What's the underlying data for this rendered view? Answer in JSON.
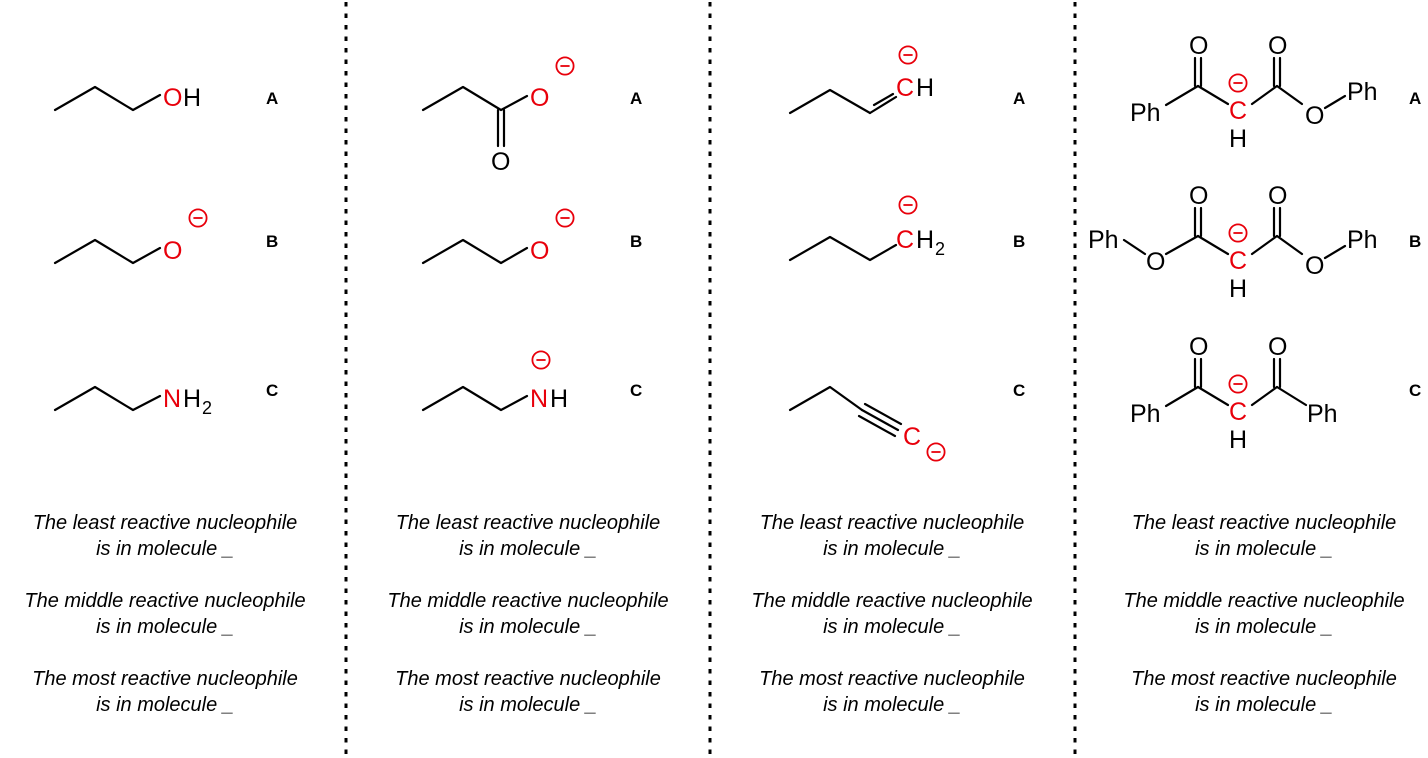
{
  "columns": [
    {
      "molecules": [
        {
          "label": "A",
          "atoms": {
            "heteroatom": "O",
            "tail": "H"
          }
        },
        {
          "label": "B",
          "atoms": {
            "heteroatom": "O"
          }
        },
        {
          "label": "C",
          "atoms": {
            "heteroatom": "N",
            "tail": "H",
            "tail_sub": "2"
          }
        }
      ],
      "questions": [
        {
          "line1": "The least reactive nucleophile",
          "line2": "is in molecule _"
        },
        {
          "line1": "The middle reactive nucleophile",
          "line2": "is in molecule _"
        },
        {
          "line1": "The most reactive nucleophile",
          "line2": "is in molecule _"
        }
      ]
    },
    {
      "molecules": [
        {
          "label": "A",
          "atoms": {
            "heteroatom": "O",
            "carbonyl_o": "O"
          }
        },
        {
          "label": "B",
          "atoms": {
            "heteroatom": "O"
          }
        },
        {
          "label": "C",
          "atoms": {
            "heteroatom": "N",
            "tail": "H"
          }
        }
      ],
      "questions": [
        {
          "line1": "The least reactive nucleophile",
          "line2": "is in molecule _"
        },
        {
          "line1": "The middle reactive nucleophile",
          "line2": "is in molecule _"
        },
        {
          "line1": "The most reactive nucleophile",
          "line2": "is in molecule _"
        }
      ]
    },
    {
      "molecules": [
        {
          "label": "A",
          "atoms": {
            "carbanion": "C",
            "tail": "H"
          }
        },
        {
          "label": "B",
          "atoms": {
            "carbanion": "C",
            "tail": "H",
            "tail_sub": "2"
          }
        },
        {
          "label": "C",
          "atoms": {
            "carbanion": "C"
          }
        }
      ],
      "questions": [
        {
          "line1": "The least reactive nucleophile",
          "line2": "is in molecule _"
        },
        {
          "line1": "The middle reactive nucleophile",
          "line2": "is in molecule _"
        },
        {
          "line1": "The most reactive nucleophile",
          "line2": "is in molecule _"
        }
      ]
    },
    {
      "molecules": [
        {
          "label": "A",
          "atoms": {
            "o_left": "O",
            "o_right": "O",
            "carbanion": "C",
            "h": "H",
            "left_group": "Ph",
            "ester_o": "O",
            "right_group": "Ph"
          }
        },
        {
          "label": "B",
          "atoms": {
            "o_left": "O",
            "o_right": "O",
            "carbanion": "C",
            "h": "H",
            "left_group": "Ph",
            "ester_o_left": "O",
            "ester_o": "O",
            "right_group": "Ph"
          }
        },
        {
          "label": "C",
          "atoms": {
            "o_left": "O",
            "o_right": "O",
            "carbanion": "C",
            "h": "H",
            "left_group": "Ph",
            "right_group": "Ph"
          }
        }
      ],
      "questions": [
        {
          "line1": "The least reactive nucleophile",
          "line2": "is in molecule _"
        },
        {
          "line1": "The middle reactive nucleophile",
          "line2": "is in molecule _"
        },
        {
          "line1": "The most reactive nucleophile",
          "line2": "is in molecule _"
        }
      ]
    }
  ],
  "colors": {
    "charge": "#e8000b",
    "nucleophile_atom": "#e8000b",
    "ink": "#000000"
  }
}
